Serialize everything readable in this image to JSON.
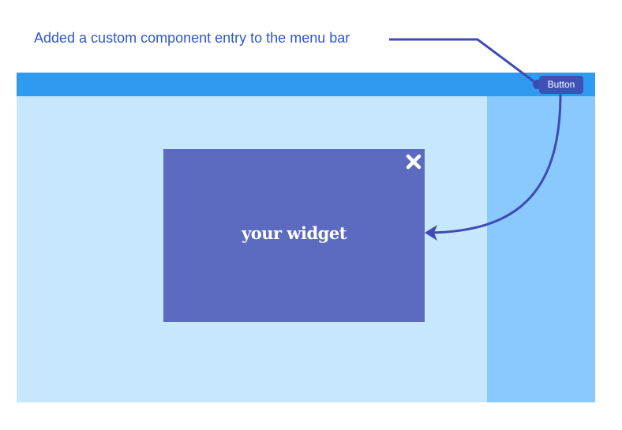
{
  "annotation": {
    "text": "Added a custom component entry to the menu bar"
  },
  "menubar": {
    "button_label": "Button"
  },
  "widget": {
    "label": "your widget",
    "close_icon": "close-icon"
  },
  "colors": {
    "menubar": "#2f9bf0",
    "content": "#c7e8fc",
    "sidepanel": "#8ac9fe",
    "widget": "#5c6bc0",
    "button": "#3f51b5",
    "connector": "#3f4bb5",
    "annotation": "#2f55d4"
  }
}
